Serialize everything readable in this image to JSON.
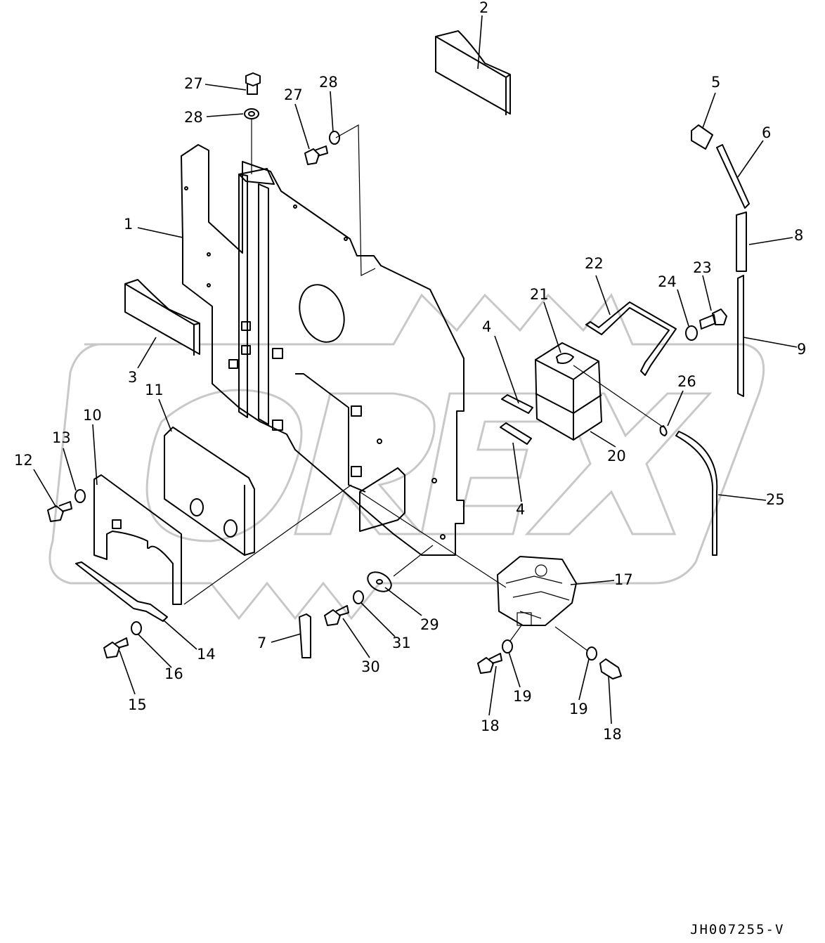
{
  "drawing_code": "JH007255-V",
  "watermark_text": "OREX",
  "callouts": {
    "c1": "1",
    "c2": "2",
    "c3": "3",
    "c4a": "4",
    "c4b": "4",
    "c5": "5",
    "c6": "6",
    "c7": "7",
    "c8": "8",
    "c9": "9",
    "c10": "10",
    "c11": "11",
    "c12": "12",
    "c13": "13",
    "c14": "14",
    "c15": "15",
    "c16": "16",
    "c17": "17",
    "c18a": "18",
    "c18b": "18",
    "c19a": "19",
    "c19b": "19",
    "c20": "20",
    "c21": "21",
    "c22": "22",
    "c23": "23",
    "c24": "24",
    "c25": "25",
    "c26": "26",
    "c27a": "27",
    "c27b": "27",
    "c28a": "28",
    "c28b": "28",
    "c29": "29",
    "c30": "30",
    "c31": "31"
  },
  "colors": {
    "line": "#000000",
    "watermark": "#c8c8c8",
    "background": "#ffffff"
  }
}
